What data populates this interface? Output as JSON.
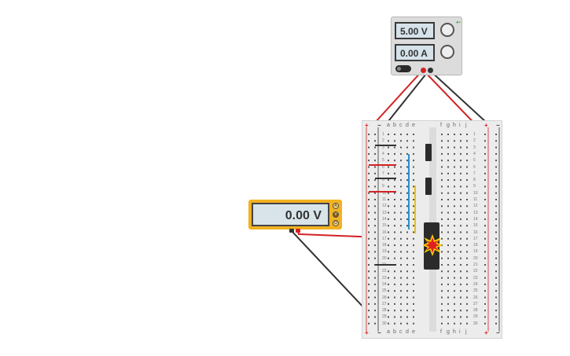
{
  "power_supply": {
    "voltage_display": "5.00 V",
    "current_display": "0.00 A"
  },
  "multimeter": {
    "display": "0.00 V",
    "mode_buttons": [
      "A",
      "V",
      "Ω"
    ]
  },
  "breadboard": {
    "column_letters_left": [
      "a",
      "b",
      "c",
      "d",
      "e"
    ],
    "column_letters_right": [
      "f",
      "g",
      "h",
      "i",
      "j"
    ],
    "row_numbers": [
      "1",
      "2",
      "3",
      "4",
      "5",
      "6",
      "7",
      "8",
      "9",
      "10",
      "11",
      "12",
      "13",
      "14",
      "15",
      "16",
      "17",
      "18",
      "19",
      "20",
      "21",
      "22",
      "23",
      "24",
      "25",
      "26",
      "27",
      "28",
      "29",
      "30"
    ],
    "rail_plus": "+",
    "rail_minus": "−"
  },
  "colors": {
    "wire_red": "#d32222",
    "wire_black": "#333333",
    "wire_blue": "#2a8fd0",
    "wire_yellow": "#e6c21a",
    "multimeter_body": "#f2b221",
    "burst_red": "#e02020",
    "burst_yellow": "#ffd400"
  },
  "icons": {
    "component_damage": "explosion-burst-icon"
  }
}
